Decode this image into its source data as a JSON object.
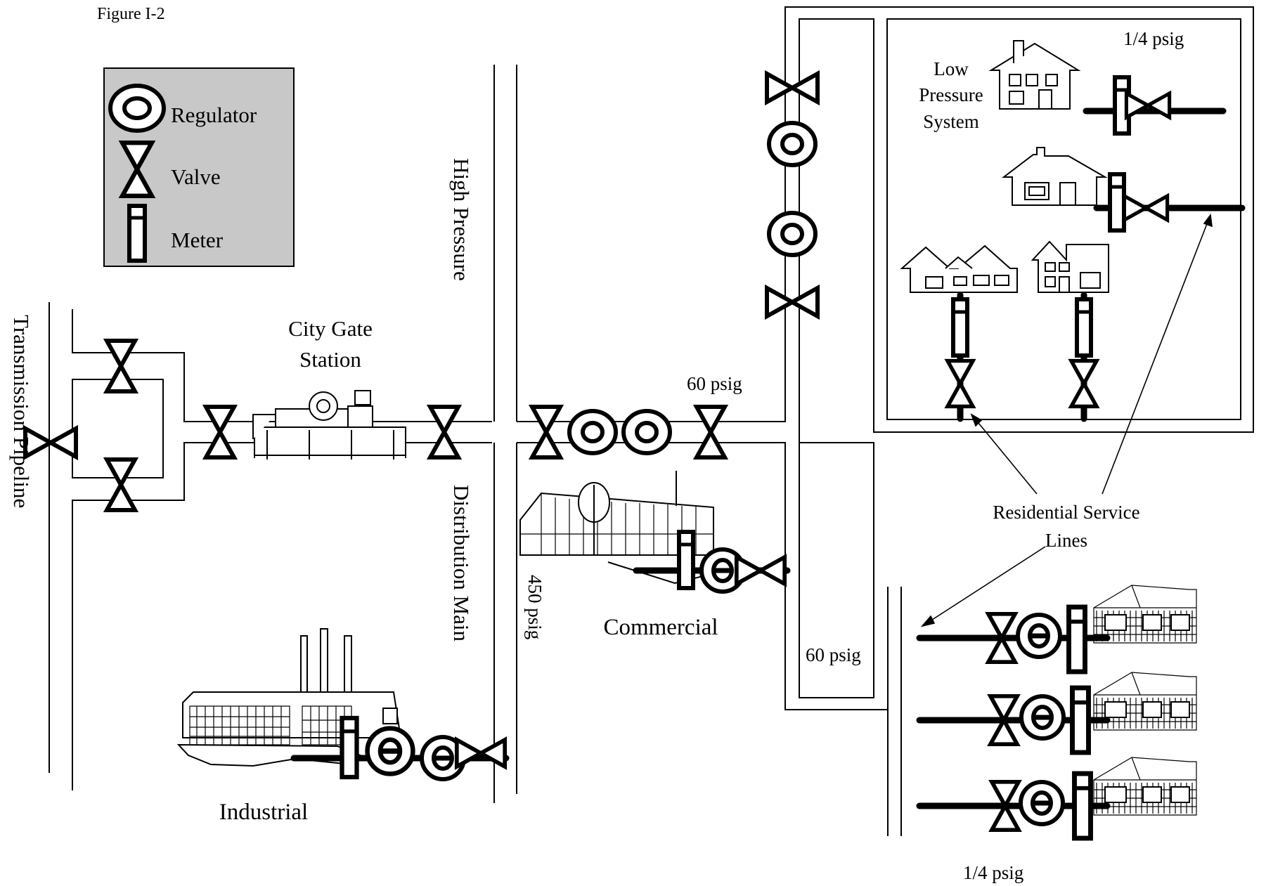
{
  "figure_label": "Figure I-2",
  "legend": {
    "regulator": "Regulator",
    "valve": "Valve",
    "meter": "Meter",
    "box_color": "#c8c8c8"
  },
  "labels": {
    "transmission_pipeline": "Transmission Pipeline",
    "city_gate_line1": "City Gate",
    "city_gate_line2": "Station",
    "high_pressure": "High Pressure",
    "distribution_main": "Distribution Main",
    "psig_450": "450 psig",
    "psig_60_top": "60 psig",
    "psig_60_bottom": "60 psig",
    "low_pressure_line1": "Low",
    "low_pressure_line2": "Pressure",
    "low_pressure_line3": "System",
    "psig_quarter_top": "1/4 psig",
    "psig_quarter_bottom": "1/4 psig",
    "residential_line1": "Residential Service",
    "residential_line2": "Lines",
    "commercial": "Commercial",
    "industrial": "Industrial"
  },
  "icons": [
    "regulator-icon",
    "valve-icon",
    "meter-icon",
    "house-icon",
    "factory-icon",
    "commercial-building-icon",
    "city-gate-station-icon"
  ]
}
